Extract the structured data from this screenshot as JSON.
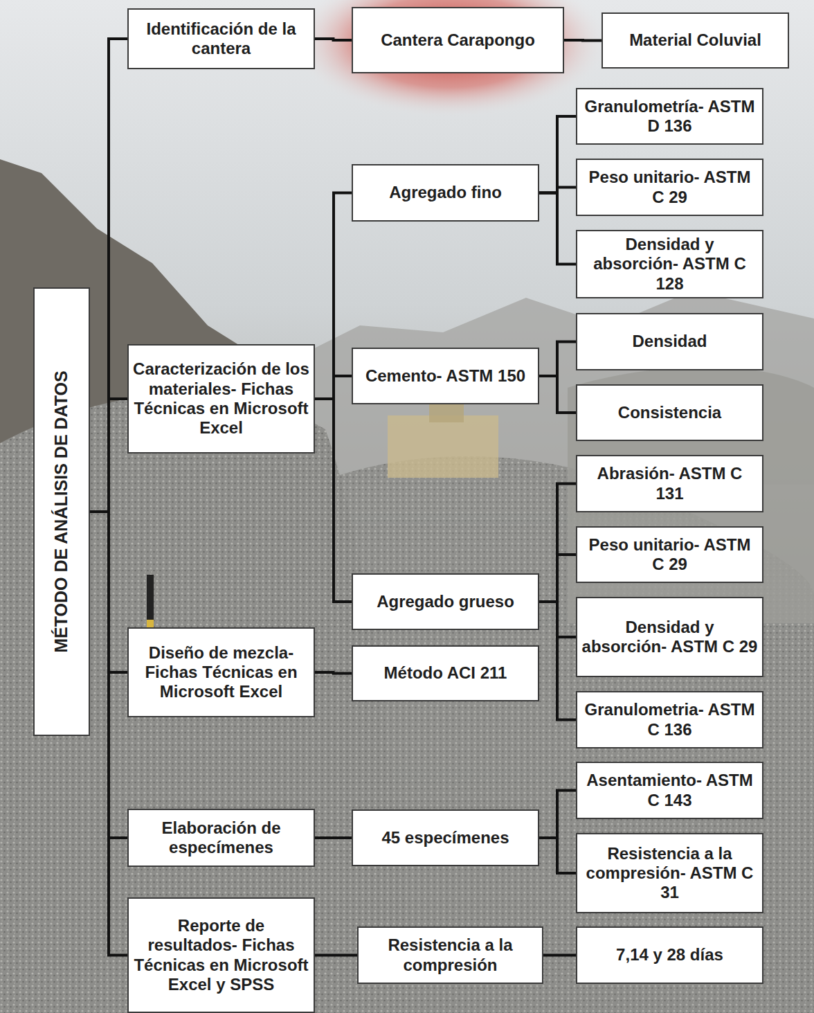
{
  "diagram": {
    "nodes": [
      {
        "text": [
          "MÉTODO DE ANÁLISIS DE DATOS"
        ]
      },
      {
        "text": [
          "Identificación de la cantera"
        ]
      },
      {
        "text": [
          "Cantera Carapongo"
        ]
      },
      {
        "text": [
          "Material Coluvial"
        ]
      },
      {
        "text": [
          "Caracterización de los materiales- Fichas Técnicas en Microsoft Excel"
        ]
      },
      {
        "text": [
          "Agregado fino"
        ]
      },
      {
        "text": [
          "Granulometría- ASTM D 136"
        ]
      },
      {
        "text": [
          "Peso unitario- ASTM C 29"
        ]
      },
      {
        "text": [
          "Densidad y absorción- ASTM C 128"
        ]
      },
      {
        "text": [
          "Cemento- ASTM 150"
        ]
      },
      {
        "text": [
          "Densidad"
        ]
      },
      {
        "text": [
          "Consistencia"
        ]
      },
      {
        "text": [
          "Agregado grueso"
        ]
      },
      {
        "text": [
          "Abrasión- ASTM C 131"
        ]
      },
      {
        "text": [
          "Peso unitario- ASTM C 29"
        ]
      },
      {
        "text": [
          "Densidad y absorción- ASTM C 29"
        ]
      },
      {
        "text": [
          "Granulometria- ASTM C 136"
        ]
      },
      {
        "text": [
          "Diseño de mezcla- Fichas Técnicas en Microsoft Excel"
        ]
      },
      {
        "text": [
          "Método ACI 211"
        ]
      },
      {
        "text": [
          "Elaboración de especímenes"
        ]
      },
      {
        "text": [
          "45 especímenes"
        ]
      },
      {
        "text": [
          "Asentamiento- ASTM C 143"
        ]
      },
      {
        "text": [
          "Resistencia a la compresión- ASTM C 31"
        ]
      },
      {
        "text": [
          "Reporte de resultados- Fichas Técnicas en Microsoft Excel y SPSS"
        ]
      },
      {
        "text": [
          "Resistencia a la compresión"
        ]
      },
      {
        "text": [
          "7,14 y 28 días"
        ]
      }
    ],
    "edges": [
      {
        "from": 0,
        "to": 1,
        "arrow": "none"
      },
      {
        "from": 0,
        "to": 4,
        "arrow": "none"
      },
      {
        "from": 0,
        "to": 17,
        "arrow": "none"
      },
      {
        "from": 0,
        "to": 19,
        "arrow": "none"
      },
      {
        "from": 0,
        "to": 23,
        "arrow": "none"
      },
      {
        "from": 1,
        "to": 2,
        "arrow": "none"
      },
      {
        "from": 2,
        "to": 3,
        "arrow": "none"
      },
      {
        "from": 4,
        "to": 5,
        "arrow": "none"
      },
      {
        "from": 4,
        "to": 9,
        "arrow": "none"
      },
      {
        "from": 4,
        "to": 12,
        "arrow": "none"
      },
      {
        "from": 5,
        "to": 6,
        "arrow": "none"
      },
      {
        "from": 5,
        "to": 7,
        "arrow": "none"
      },
      {
        "from": 5,
        "to": 8,
        "arrow": "none"
      },
      {
        "from": 9,
        "to": 10,
        "arrow": "none"
      },
      {
        "from": 9,
        "to": 11,
        "arrow": "none"
      },
      {
        "from": 12,
        "to": 13,
        "arrow": "none"
      },
      {
        "from": 12,
        "to": 14,
        "arrow": "none"
      },
      {
        "from": 12,
        "to": 15,
        "arrow": "none"
      },
      {
        "from": 12,
        "to": 16,
        "arrow": "none"
      },
      {
        "from": 17,
        "to": 18,
        "arrow": "none"
      },
      {
        "from": 19,
        "to": 20,
        "arrow": "none"
      },
      {
        "from": 20,
        "to": 21,
        "arrow": "none"
      },
      {
        "from": 20,
        "to": 22,
        "arrow": "none"
      },
      {
        "from": 23,
        "to": 24,
        "arrow": "none"
      },
      {
        "from": 24,
        "to": 25,
        "arrow": "none"
      }
    ]
  }
}
